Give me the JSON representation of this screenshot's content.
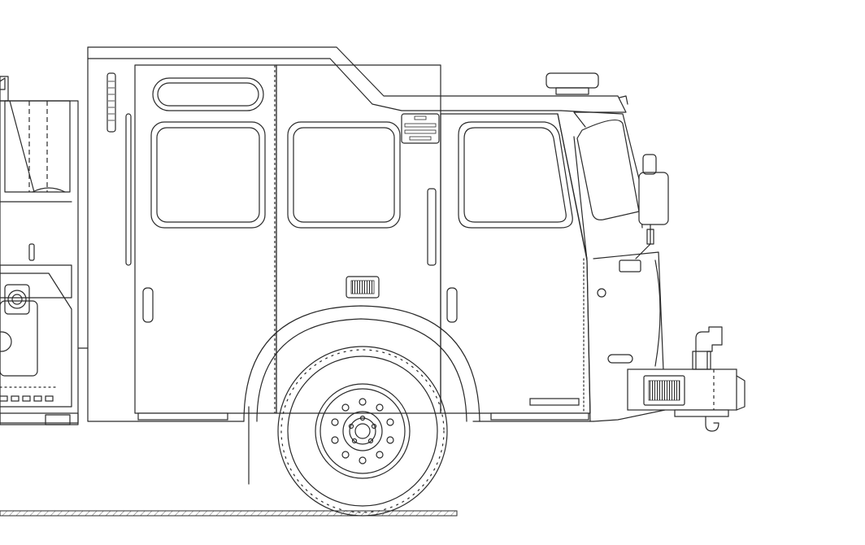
{
  "drawing": {
    "subject": "fire-apparatus-side-elevation",
    "line_color": "#2a2a2a",
    "background": "#ffffff"
  },
  "cab": {
    "windows": 4,
    "doors": 3
  },
  "front_wheel": {
    "lug_count": 10
  },
  "nameplate": {
    "text": ""
  }
}
